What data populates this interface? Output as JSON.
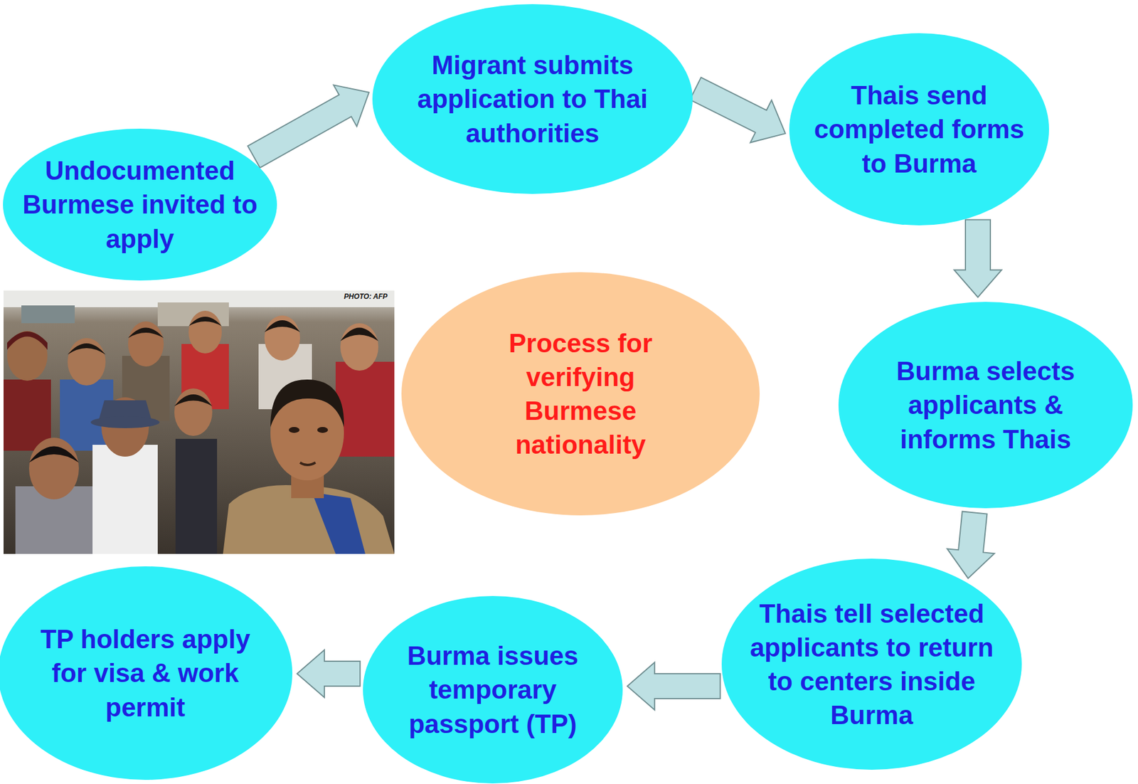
{
  "diagram": {
    "nodes": [
      {
        "text": [
          "Undocumented Burmese invited to apply"
        ]
      },
      {
        "text": [
          "Migrant submits application to Thai authorities"
        ]
      },
      {
        "text": [
          "Thais send completed forms to Burma"
        ]
      },
      {
        "text": [
          "Process for verifying Burmese nationality"
        ]
      },
      {
        "text": [
          "Burma selects applicants & informs Thais"
        ]
      },
      {
        "text": [
          "Thais tell selected applicants to return to centers inside Burma"
        ]
      },
      {
        "text": [
          "Burma issues temporary passport (TP)"
        ]
      },
      {
        "text": [
          "TP holders apply for visa & work permit"
        ]
      }
    ],
    "edges": [
      {
        "from": 0,
        "to": 1,
        "arrow": "to"
      },
      {
        "from": 1,
        "to": 2,
        "arrow": "to"
      },
      {
        "from": 2,
        "to": 4,
        "arrow": "to"
      },
      {
        "from": 4,
        "to": 5,
        "arrow": "to"
      },
      {
        "from": 5,
        "to": 6,
        "arrow": "to"
      },
      {
        "from": 6,
        "to": 7,
        "arrow": "to"
      }
    ],
    "labels": [
      "PHOTO: AFP"
    ]
  }
}
